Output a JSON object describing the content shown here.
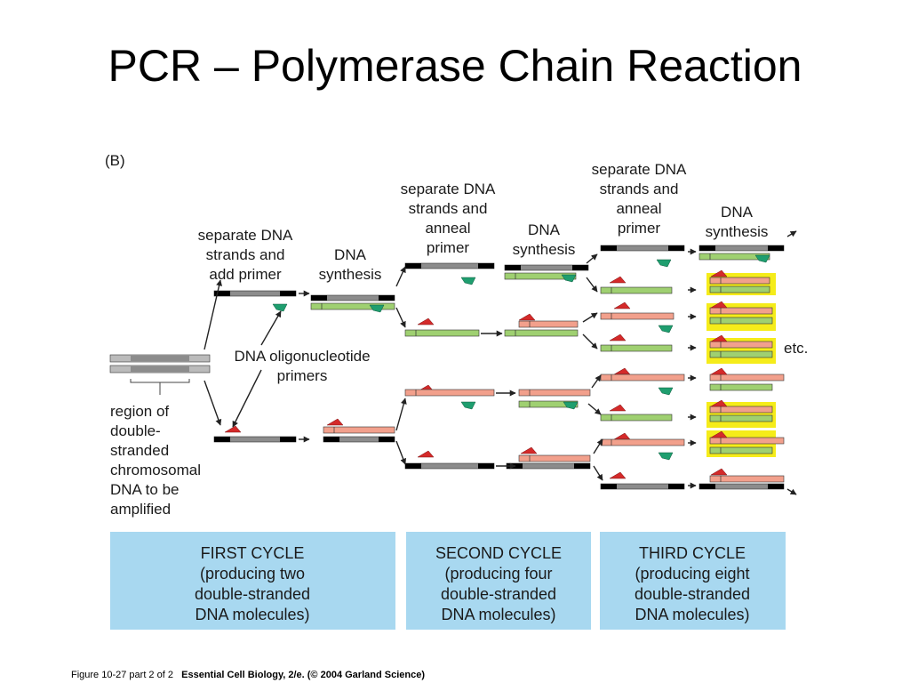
{
  "slide": {
    "title": "PCR – Polymerase Chain Reaction"
  },
  "figure": {
    "panel_label": "(B)",
    "steps": {
      "c1_separate": [
        "separate DNA",
        "strands and",
        "add primer"
      ],
      "c1_synthesis": [
        "DNA",
        "synthesis"
      ],
      "c2_separate": [
        "separate DNA",
        "strands and",
        "anneal",
        "primer"
      ],
      "c2_synthesis": [
        "DNA",
        "synthesis"
      ],
      "c3_separate": [
        "separate DNA",
        "strands and",
        "anneal",
        "primer"
      ],
      "c3_synthesis": [
        "DNA",
        "synthesis"
      ]
    },
    "primers_label": [
      "DNA oligonucleotide",
      "primers"
    ],
    "region_label": [
      "region of",
      "double-",
      "stranded",
      "chromosomal",
      "DNA to be",
      "amplified"
    ],
    "etc_label": "etc.",
    "cycles": [
      {
        "name": "FIRST CYCLE",
        "lines": [
          "(producing two",
          "double-stranded",
          "DNA molecules)"
        ]
      },
      {
        "name": "SECOND CYCLE",
        "lines": [
          "(producing four",
          "double-stranded",
          "DNA molecules)"
        ]
      },
      {
        "name": "THIRD CYCLE",
        "lines": [
          "(producing eight",
          "double-stranded",
          "DNA molecules)"
        ]
      }
    ],
    "colors": {
      "template": "#8c8c8c",
      "end": "#000000",
      "new_top": "#f2a08c",
      "new_bottom": "#9fd071",
      "primer_red": "#d42a2a",
      "primer_green": "#1f9e6f",
      "highlight": "#f5ec1a",
      "cycle_panel": "#a8d8f0"
    }
  },
  "footer": {
    "figure_ref": "Figure 10-27 part 2 of 2",
    "source": "Essential Cell Biology, 2/e. (© 2004 Garland Science)"
  }
}
